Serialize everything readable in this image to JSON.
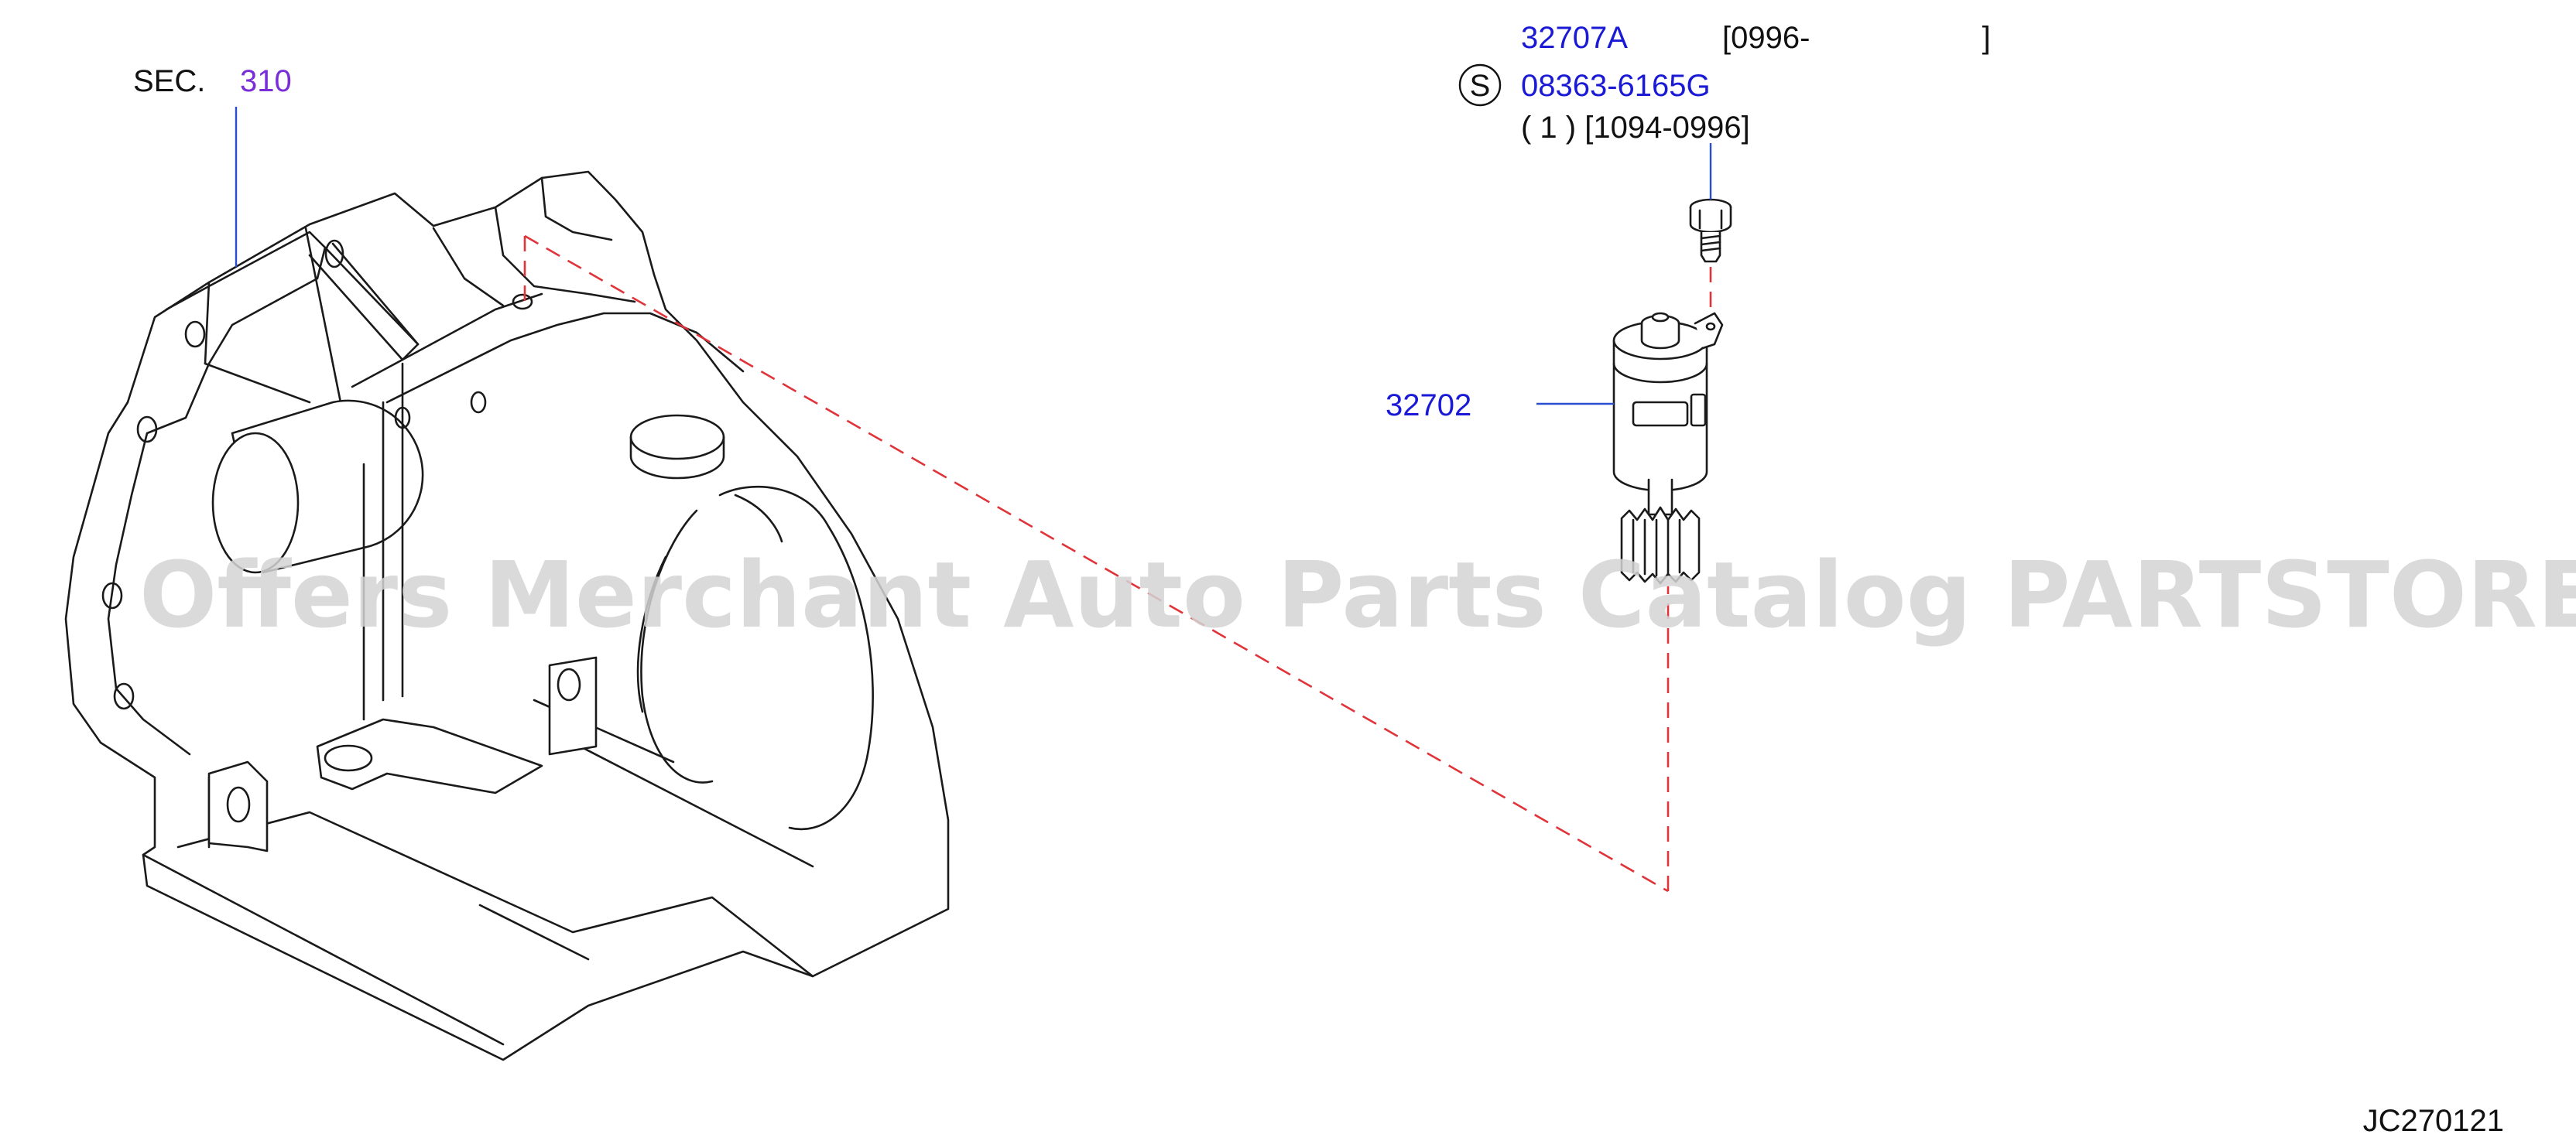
{
  "diagram": {
    "section_ref": {
      "prefix": "SEC.",
      "number": "310"
    },
    "callouts": {
      "bolt_part_no": "32707A",
      "bolt_date_range": "[0996-                    ]",
      "s_mark": "S",
      "standard_part_no": "08363-6165G",
      "standard_qty_range": "( 1 ) [1094-0996]",
      "sensor_part_no": "32702"
    },
    "figure_code": "JC270121",
    "watermark": "Offers Merchant Auto Parts Catalog PARTSTORE.SA",
    "colors": {
      "part_number_text": "#1a1ad6",
      "section_number_text": "#7a2ed8",
      "leader_line": "#2a4ed0",
      "dashed_guide": "#e0343a"
    }
  }
}
